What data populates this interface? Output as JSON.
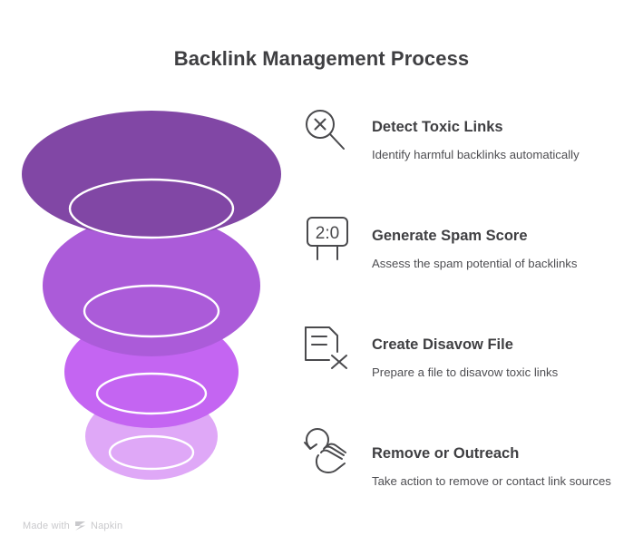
{
  "page": {
    "title": "Backlink Management Process",
    "background": "#ffffff",
    "text_color": "#3f3f42"
  },
  "funnel": {
    "name": "backlink-funnel",
    "segments": [
      {
        "label": "Detect Toxic Links",
        "color": "#8147a5",
        "rim_color": "#ffffff"
      },
      {
        "label": "Generate Spam Score",
        "color": "#ab5bd9",
        "rim_color": "#ffffff"
      },
      {
        "label": "Create Disavow File",
        "color": "#c465f2",
        "rim_color": "#ffffff"
      },
      {
        "label": "Remove or Outreach",
        "color": "#dfa8f7",
        "rim_color": "#ffffff"
      }
    ]
  },
  "steps": [
    {
      "icon": "magnifier-x-icon",
      "title": "Detect Toxic Links",
      "description": "Identify harmful backlinks automatically"
    },
    {
      "icon": "scoreboard-icon",
      "title": "Generate Spam Score",
      "description": "Assess the spam potential of backlinks",
      "score": "2:0"
    },
    {
      "icon": "document-x-icon",
      "title": "Create Disavow File",
      "description": "Prepare a file to disavow toxic links"
    },
    {
      "icon": "hand-swipe-icon",
      "title": "Remove or Outreach",
      "description": "Take action to remove or contact link sources"
    }
  ],
  "watermark": {
    "prefix": "Made with",
    "brand": "Napkin",
    "color": "#c9c9cc"
  }
}
